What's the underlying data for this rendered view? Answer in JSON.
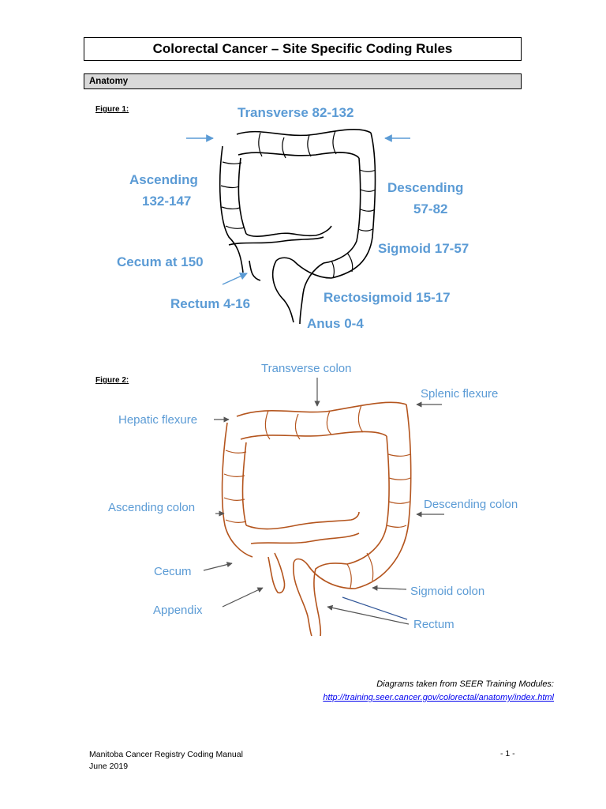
{
  "header": {
    "title": "Colorectal Cancer – Site Specific Coding Rules"
  },
  "section": {
    "title": "Anatomy"
  },
  "figure1": {
    "label": "Figure 1:",
    "labels": {
      "transverse": "Transverse  82-132",
      "ascending_1": "Ascending",
      "ascending_2": "132-147",
      "descending_1": "Descending",
      "descending_2": "57-82",
      "sigmoid": "Sigmoid  17-57",
      "cecum": "Cecum at 150",
      "rectum": "Rectum  4-16",
      "rectosigmoid": "Rectosigmoid  15-17",
      "anus": "Anus  0-4"
    },
    "colors": {
      "label": "#5b9bd5",
      "outline": "#000000"
    }
  },
  "figure2": {
    "label": "Figure 2:",
    "labels": {
      "transverse": "Transverse colon",
      "splenic": "Splenic flexure",
      "hepatic": "Hepatic flexure",
      "ascending": "Ascending colon",
      "descending": "Descending colon",
      "cecum": "Cecum",
      "sigmoid": "Sigmoid colon",
      "appendix": "Appendix",
      "rectum": "Rectum"
    },
    "colors": {
      "label": "#5b9bd5",
      "outline": "#b4551e"
    }
  },
  "caption": {
    "text": "Diagrams taken from SEER Training Modules:",
    "link": "http://training.seer.cancer.gov/colorectal/anatomy/index.html"
  },
  "footer": {
    "line1": "Manitoba Cancer Registry Coding Manual",
    "line2": "June 2019",
    "page": "- 1 -"
  }
}
